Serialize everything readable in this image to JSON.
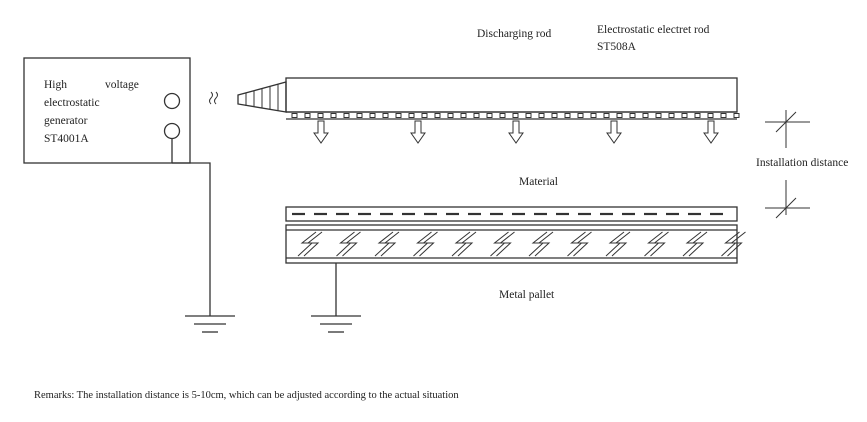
{
  "labels": {
    "generator_line1a": "High",
    "generator_line1b": "voltage",
    "generator_line2": "electrostatic",
    "generator_line3": "generator",
    "generator_model": "ST4001A",
    "discharging_rod": "Discharging rod",
    "electret_rod": "Electrostatic electret rod",
    "electret_model": "ST508A",
    "installation_distance": "Installation distance",
    "material": "Material",
    "metal_pallet": "Metal pallet",
    "remarks": "Remarks: The installation distance is 5-10cm, which can be adjusted according to the actual situation"
  },
  "colors": {
    "line": "#333333",
    "text": "#222222",
    "background": "#ffffff"
  },
  "icons": [
    "ground-symbol-icon",
    "arrow-down-icon",
    "lightning-icon",
    "coil-icon"
  ]
}
